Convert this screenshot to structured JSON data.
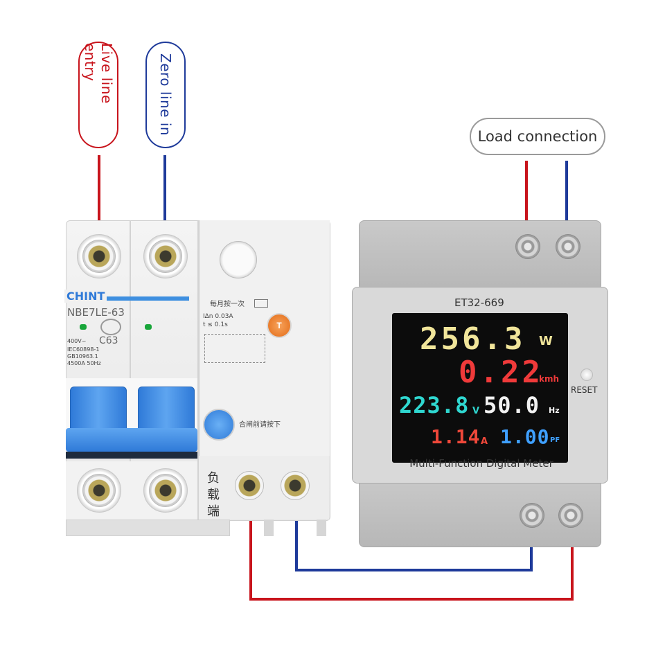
{
  "labels": {
    "live": "Live line entry",
    "zero": "Zero line in",
    "load": "Load connection"
  },
  "breaker": {
    "brand": "CHINT",
    "model": "NBE7LE-63",
    "rating": "C63",
    "spec_lines": [
      "400V~",
      "IEC60898-1",
      "GB10963.1",
      "4500A 50Hz"
    ],
    "test_spec": [
      "IΔn 0.03A",
      "t ≤ 0.1s"
    ],
    "test_button": "T",
    "chinese_top": "每月按一次",
    "chinese_side": "合闸前请按下",
    "load_side": [
      "负",
      "载",
      "端"
    ]
  },
  "meter": {
    "model": "ET32-669",
    "name": "Multi-Function Digital Meter",
    "reset_label": "RESET",
    "readings": {
      "power": "256.3",
      "power_unit": "W",
      "energy": "0.22",
      "energy_unit": "kmh",
      "voltage": "223.8",
      "voltage_unit": "V",
      "frequency": "50.0",
      "frequency_unit": "Hz",
      "current": "1.14",
      "current_unit": "A",
      "pf": "1.00",
      "pf_unit": "PF"
    }
  },
  "colors": {
    "live_wire": "#c8141c",
    "neutral_wire": "#1e3a9a",
    "power": "#f1e59a",
    "energy": "#f03a3a",
    "voltage": "#2fd7d0",
    "frequency": "#f2f2f2",
    "current": "#f0483a",
    "pf": "#3fa0ff"
  }
}
